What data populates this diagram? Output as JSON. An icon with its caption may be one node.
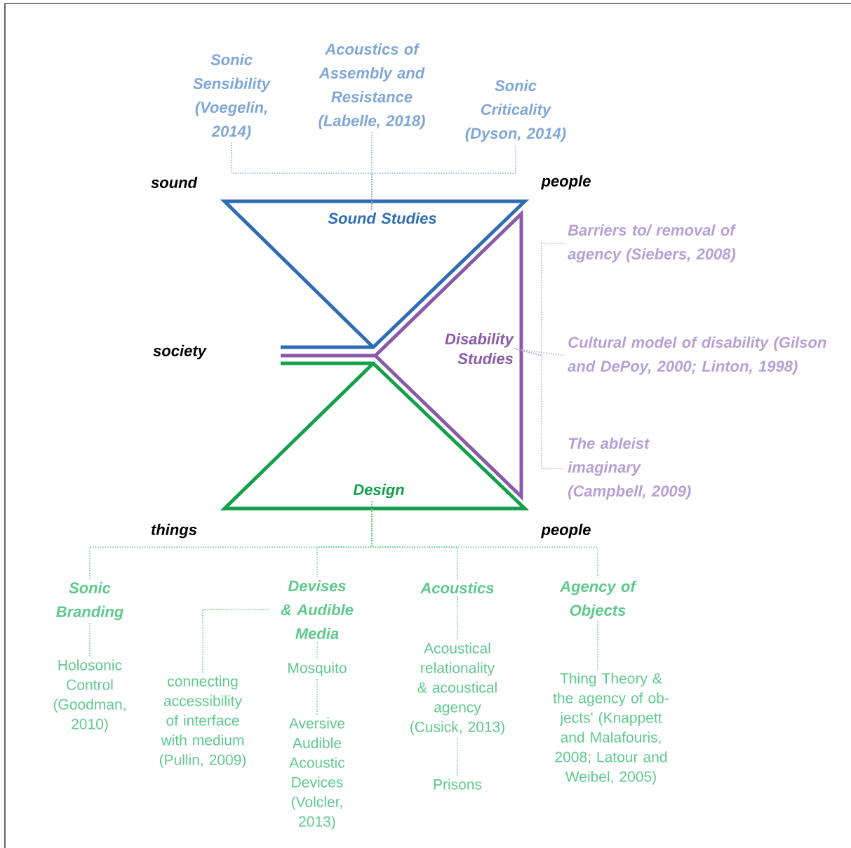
{
  "diagram": {
    "nodes": [
      {
        "text": [
          "Sound Studies"
        ]
      },
      {
        "text": [
          "Disability Studies"
        ]
      },
      {
        "text": [
          "Design"
        ]
      },
      {
        "text": [
          "Sonic Sensibility (Voegelin, 2014)"
        ]
      },
      {
        "text": [
          "Acoustics of Assembly and Resistance (Labelle, 2018)"
        ]
      },
      {
        "text": [
          "Sonic Criticality (Dyson, 2014)"
        ]
      },
      {
        "text": [
          "Barriers to/ removal of agency (Siebers, 2008)"
        ]
      },
      {
        "text": [
          "Cultural model of disability (Gilson and DePoy, 2000; Linton, 1998)"
        ]
      },
      {
        "text": [
          "The ableist imaginary (Campbell, 2009)"
        ]
      },
      {
        "text": [
          "Sonic Branding"
        ]
      },
      {
        "text": [
          "Devises & Audible Media"
        ]
      },
      {
        "text": [
          "Acoustics"
        ]
      },
      {
        "text": [
          "Agency of Objects"
        ]
      },
      {
        "text": [
          "Holosonic Control (Goodman, 2010)"
        ]
      },
      {
        "text": [
          "connecting accessibility of interface with medium (Pullin, 2009)"
        ]
      },
      {
        "text": [
          "Mosquito"
        ]
      },
      {
        "text": [
          "Aversive Audible Acoustic Devices (Volcler, 2013)"
        ]
      },
      {
        "text": [
          "Acoustical relationality & acoustical agency (Cusick, 2013)"
        ]
      },
      {
        "text": [
          "Prisons"
        ]
      },
      {
        "text": [
          "Thing Theory & the agency of ob-jects' (Knappett and Malafouris, 2008; Latour and Weibel, 2005)"
        ]
      }
    ],
    "edges": [
      {
        "from": 0,
        "to": 3,
        "arrow": "none",
        "color": "#7ea6d8"
      },
      {
        "from": 0,
        "to": 4,
        "arrow": "none",
        "color": "#7ea6d8"
      },
      {
        "from": 0,
        "to": 5,
        "arrow": "none",
        "color": "#7ea6d8"
      },
      {
        "from": 1,
        "to": 6,
        "arrow": "none",
        "color": "#b79fd6"
      },
      {
        "from": 1,
        "to": 7,
        "arrow": "none",
        "color": "#b79fd6"
      },
      {
        "from": 1,
        "to": 8,
        "arrow": "none",
        "color": "#b79fd6"
      },
      {
        "from": 2,
        "to": 9,
        "arrow": "none"
      },
      {
        "from": 2,
        "to": 10,
        "arrow": "none"
      },
      {
        "from": 2,
        "to": 11,
        "arrow": "none"
      },
      {
        "from": 2,
        "to": 12,
        "arrow": "none"
      },
      {
        "from": 9,
        "to": 13,
        "arrow": "none"
      },
      {
        "from": 10,
        "to": 14,
        "arrow": "none"
      },
      {
        "from": 10,
        "to": 15,
        "arrow": "none"
      },
      {
        "from": 15,
        "to": 16,
        "arrow": "none"
      },
      {
        "from": 11,
        "to": 17,
        "arrow": "none"
      },
      {
        "from": 17,
        "to": 18,
        "arrow": "none"
      },
      {
        "from": 12,
        "to": 19,
        "arrow": "none"
      }
    ],
    "labels": [
      "sound",
      "people",
      "society",
      "things",
      "people"
    ]
  }
}
